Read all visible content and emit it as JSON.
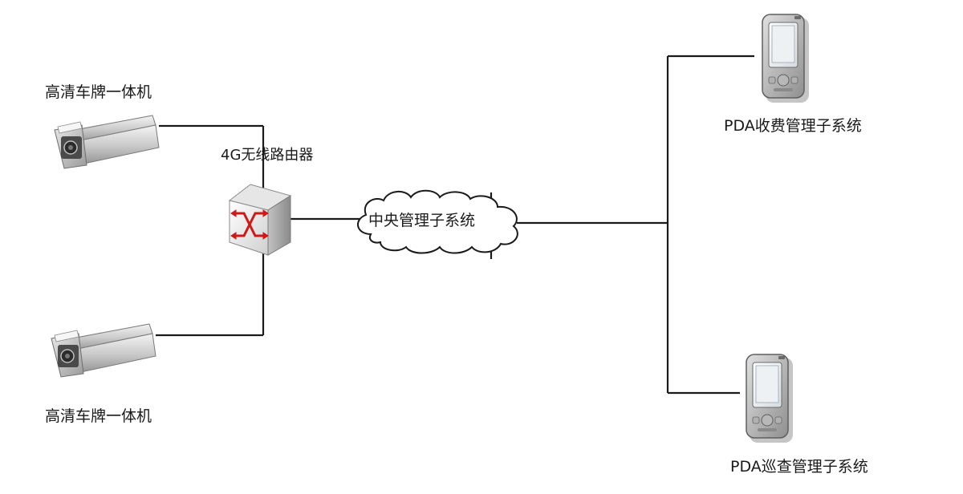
{
  "labels": {
    "camera_top": "高清车牌一体机",
    "camera_bottom": "高清车牌一体机",
    "router": "4G无线路由器",
    "central": "中央管理子系统",
    "pda_fee": "PDA收费管理子系统",
    "pda_patrol": "PDA巡查管理子系统"
  },
  "icons": {
    "camera": "camera-icon",
    "router": "router-icon",
    "cloud": "cloud-icon",
    "pda": "pda-icon"
  },
  "colors": {
    "line": "#1a1a1a",
    "router_arrows": "#d01818",
    "device_gray": "#a0a0a0"
  }
}
